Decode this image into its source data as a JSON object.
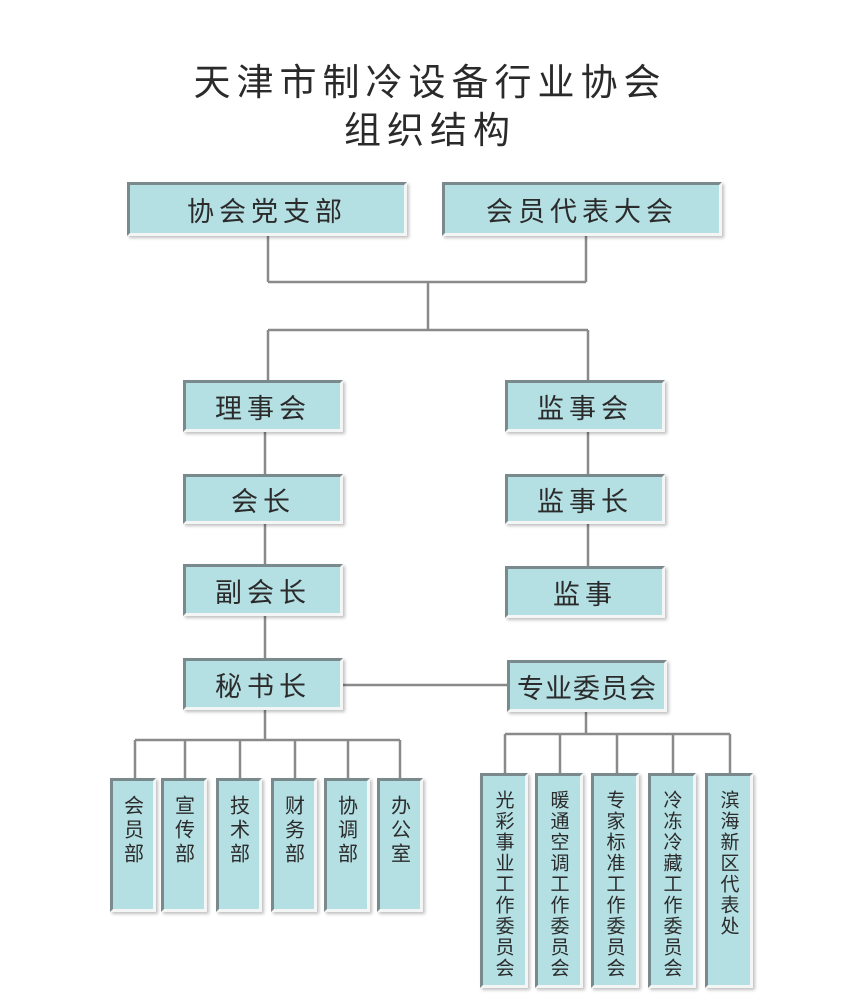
{
  "title": {
    "line1": "天津市制冷设备行业协会",
    "line2": "组织结构"
  },
  "nodes": {
    "party_branch": "协会党支部",
    "congress": "会员代表大会",
    "council": "理事会",
    "supervisory_board": "监事会",
    "president": "会长",
    "chief_supervisor": "监事长",
    "vice_president": "副会长",
    "supervisor": "监事",
    "secretary_general": "秘书长",
    "professional_committees": "专业委员会"
  },
  "departments": [
    "会员部",
    "宣传部",
    "技术部",
    "财务部",
    "协调部",
    "办公室"
  ],
  "committees": [
    "光彩事业工作委员会",
    "暖通空调工作委员会",
    "专家标准工作委员会",
    "冷冻冷藏工作委员会",
    "滨海新区代表处"
  ],
  "colors": {
    "box_fill": "#b4dfe3",
    "line": "#8a8a8a",
    "text": "#2b2b2b"
  }
}
